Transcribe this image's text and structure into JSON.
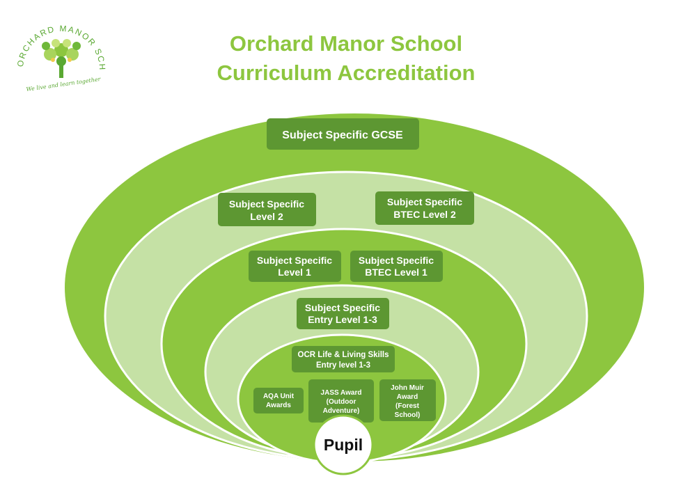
{
  "colors": {
    "outer_green": "#8dc63f",
    "light_green": "#c5e1a5",
    "box_green": "#5d9732",
    "title_green": "#8dc63f",
    "pupil_fill": "#ffffff"
  },
  "logo": {
    "name": "ORCHARD MANOR SCHOOL",
    "motto": "We live and learn together"
  },
  "title": {
    "line1": "Orchard Manor School",
    "line2": "Curriculum Accreditation"
  },
  "levels": {
    "gcse": {
      "label": "Subject Specific GCSE"
    },
    "level2": {
      "line1": "Subject Specific",
      "line2": "Level 2"
    },
    "btec2": {
      "line1": "Subject Specific",
      "line2": "BTEC Level 2"
    },
    "level1": {
      "line1": "Subject Specific",
      "line2": "Level 1"
    },
    "btec1": {
      "line1": "Subject Specific",
      "line2": "BTEC Level 1"
    },
    "entry": {
      "line1": "Subject Specific",
      "line2": "Entry Level 1-3"
    },
    "ocr": {
      "line1": "OCR Life & Living Skills",
      "line2": "Entry level 1-3"
    },
    "aqa": {
      "line1": "AQA Unit",
      "line2": "Awards"
    },
    "jass": {
      "line1": "JASS Award",
      "line2": "(Outdoor",
      "line3": "Adventure)"
    },
    "muir": {
      "line1": "John Muir",
      "line2": "Award",
      "line3": "(Forest",
      "line4": "School)"
    }
  },
  "center": {
    "label": "Pupil"
  }
}
